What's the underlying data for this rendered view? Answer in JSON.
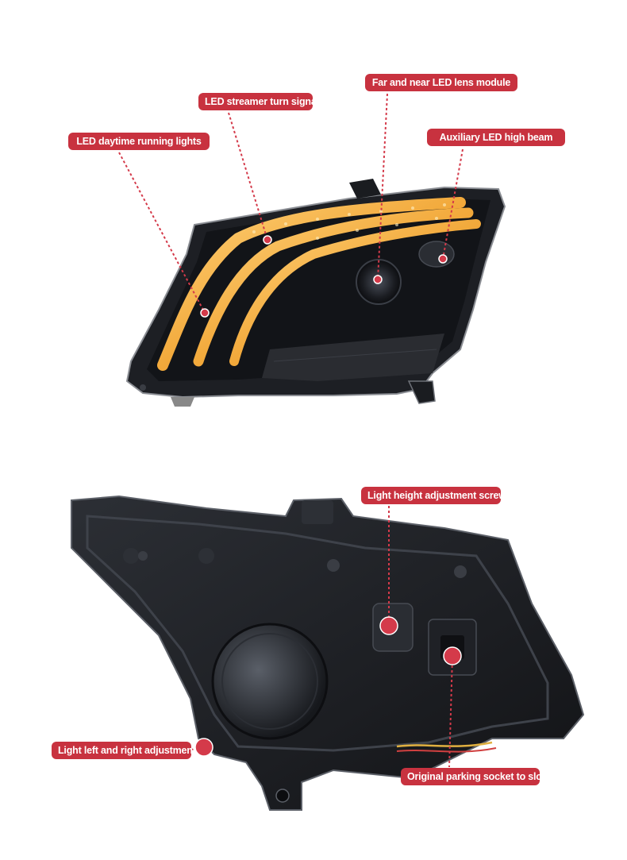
{
  "labels": {
    "drl": "LED daytime running lights",
    "turn_signal": "LED streamer turn signal",
    "lens_module": "Far and near LED lens module",
    "aux_high_beam": "Auxiliary LED high beam",
    "height_screw": "Light height adjustment screw",
    "lr_adjust": "Light left and right adjustment",
    "parking_socket": "Original parking socket to slot"
  },
  "colors": {
    "label_bg": "#c8323f",
    "label_text": "#ffffff",
    "leader": "#d43a4a",
    "led_amber": "#f2a93b",
    "housing": "#1d1f24"
  }
}
